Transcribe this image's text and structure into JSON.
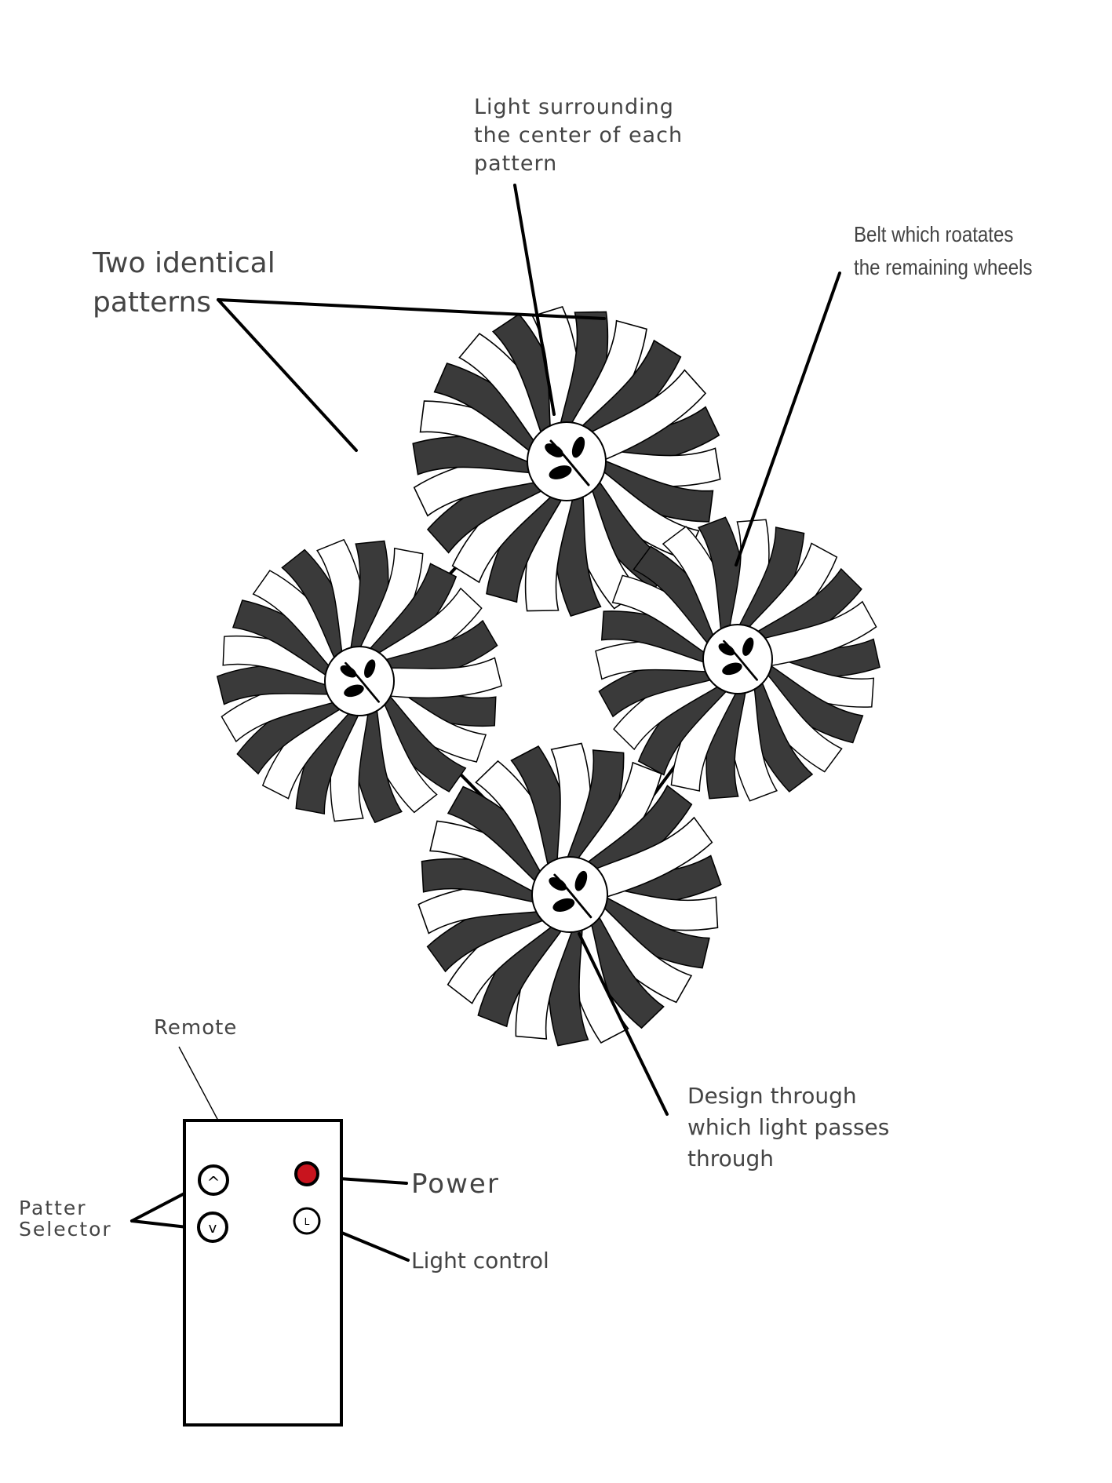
{
  "labels": {
    "light_surrounding": [
      "Light surrounding",
      "the center of each",
      "pattern"
    ],
    "two_identical": [
      "Two identical",
      "patterns"
    ],
    "belt": [
      "Belt which roatates",
      "the remaining wheels"
    ],
    "design_through": [
      "Design through",
      "which light passes",
      "through"
    ],
    "remote": "Remote",
    "power": "Power",
    "light_control": "Light control",
    "patter_selector": [
      "Patter",
      "Selector"
    ]
  },
  "remote_buttons": {
    "up_glyph": "^",
    "down_glyph": "v",
    "light_glyph": "L"
  },
  "colors": {
    "dark_blade": "#3a3a3a",
    "light_blade": "#ffffff",
    "outline": "#000000",
    "label_text": "#444444",
    "power_button": "#c8141e"
  },
  "icons": {
    "wheel_center": "leaf-sprig-icon"
  }
}
